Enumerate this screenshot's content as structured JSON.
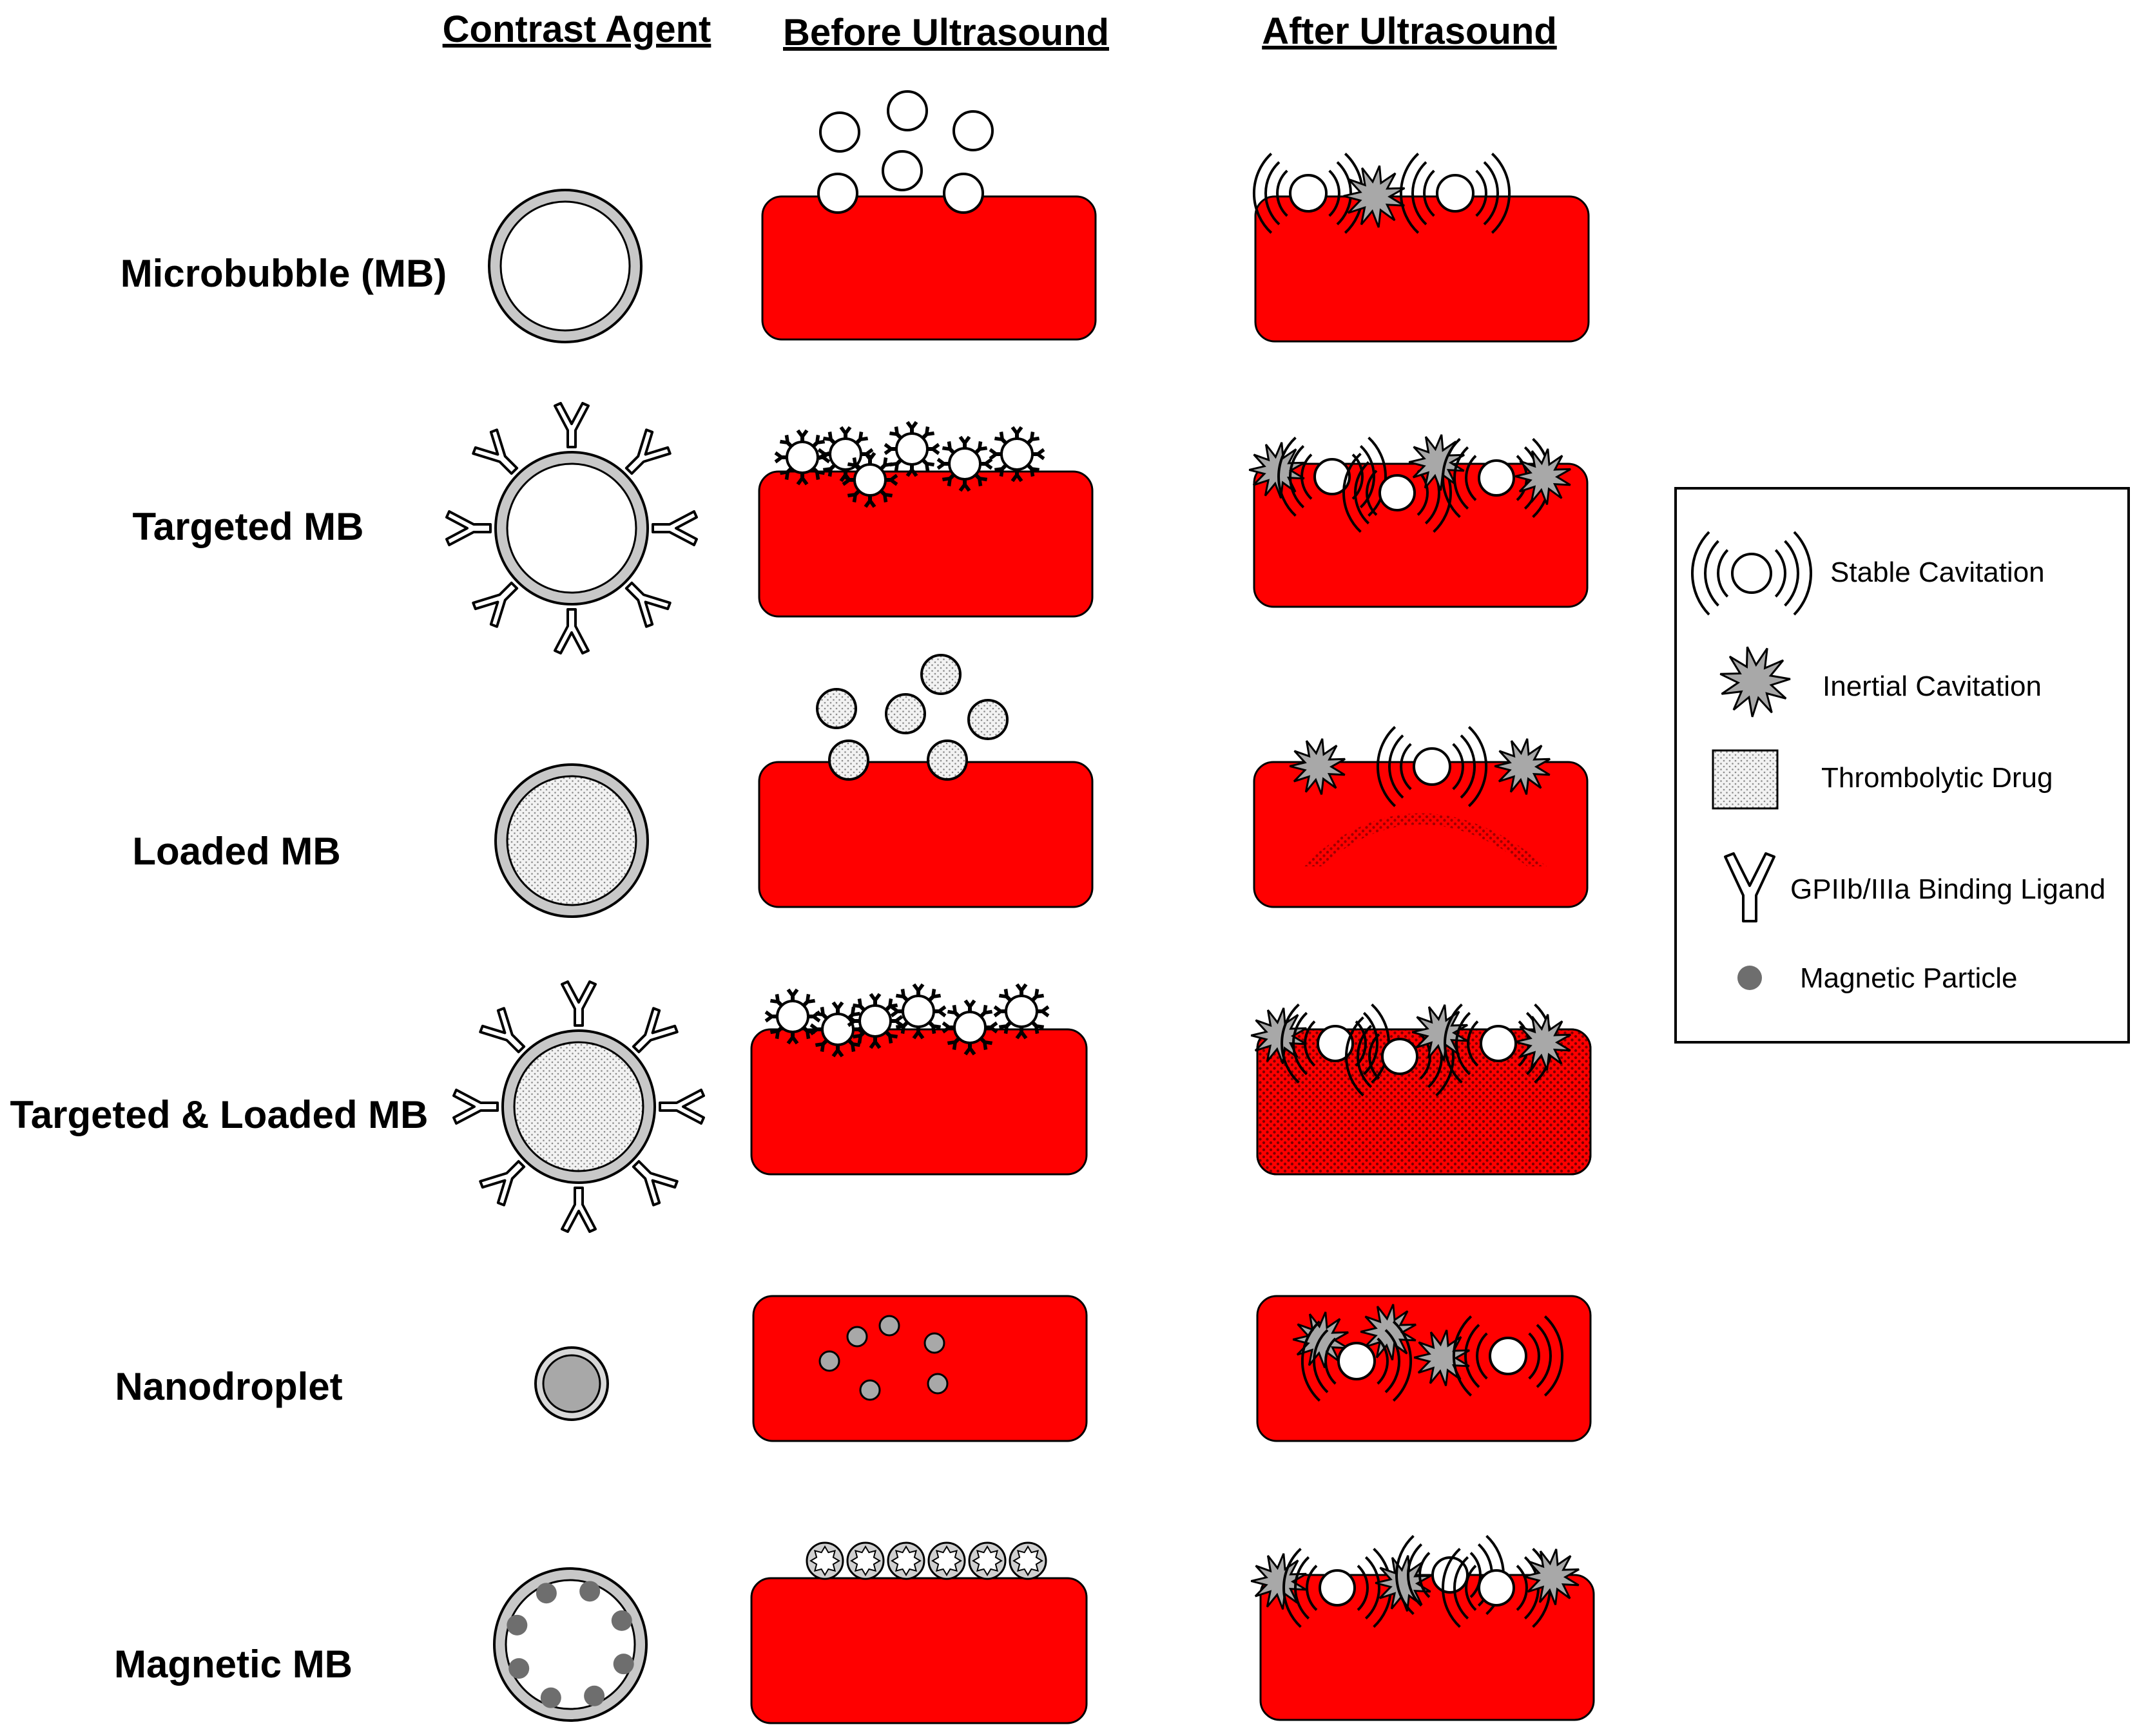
{
  "headers": {
    "contrast_agent": "Contrast Agent",
    "before": "Before Ultrasound",
    "after": "After Ultrasound"
  },
  "rows": [
    {
      "label": "Microbubble (MB)"
    },
    {
      "label": "Targeted MB"
    },
    {
      "label": "Loaded MB"
    },
    {
      "label": "Targeted & Loaded MB"
    },
    {
      "label": "Nanodroplet"
    },
    {
      "label": "Magnetic MB"
    }
  ],
  "legend": {
    "items": [
      {
        "label": "Stable Cavitation",
        "icon": "stable-cavitation-icon"
      },
      {
        "label": "Inertial Cavitation",
        "icon": "inertial-cavitation-icon"
      },
      {
        "label": "Thrombolytic Drug",
        "icon": "thrombolytic-drug-icon"
      },
      {
        "label": "GPIIb/IIIa Binding Ligand",
        "icon": "binding-ligand-icon"
      },
      {
        "label": "Magnetic Particle",
        "icon": "magnetic-particle-icon"
      }
    ]
  },
  "colors": {
    "clot": "#ff0000",
    "shell": "#c8c8c8",
    "cavitation": "#a8a8a8",
    "magnetic_particle": "#6e6e6e"
  }
}
